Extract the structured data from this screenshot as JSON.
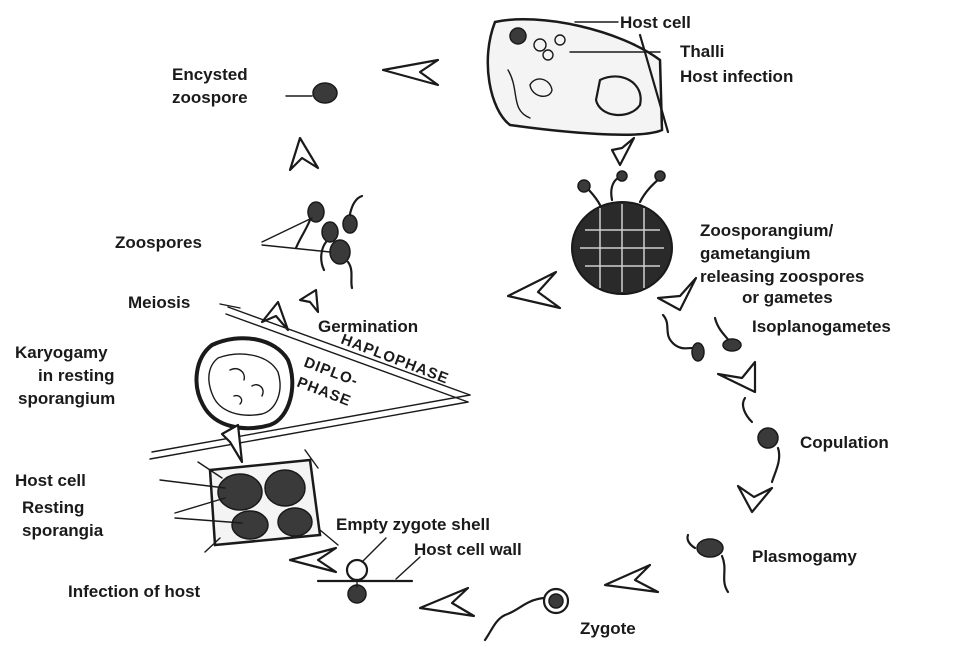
{
  "labels": {
    "host_cell_top": "Host cell",
    "thalli": "Thalli",
    "host_infection": "Host infection",
    "encysted": "Encysted",
    "zoospore": "zoospore",
    "zoospores": "Zoospores",
    "zoosporangium_1": "Zoosporangium/",
    "zoosporangium_2": "gametangium",
    "zoosporangium_3": "releasing zoospores",
    "zoosporangium_4": "or gametes",
    "meiosis": "Meiosis",
    "germination": "Germination",
    "isoplanogametes": "Isoplanogametes",
    "karyogamy_1": "Karyogamy",
    "karyogamy_2": "in resting",
    "karyogamy_3": "sporangium",
    "haplophase": "HAPLOPHASE",
    "diplo_1": "DIPLO-",
    "diplo_2": "PHASE",
    "copulation": "Copulation",
    "host_cell_bottom": "Host cell",
    "resting_1": "Resting",
    "resting_2": "sporangia",
    "empty_zygote_shell": "Empty  zygote shell",
    "host_cell_wall": "Host cell wall",
    "plasmogamy": "Plasmogamy",
    "infection_of_host": "Infection of host",
    "zygote": "Zygote"
  }
}
